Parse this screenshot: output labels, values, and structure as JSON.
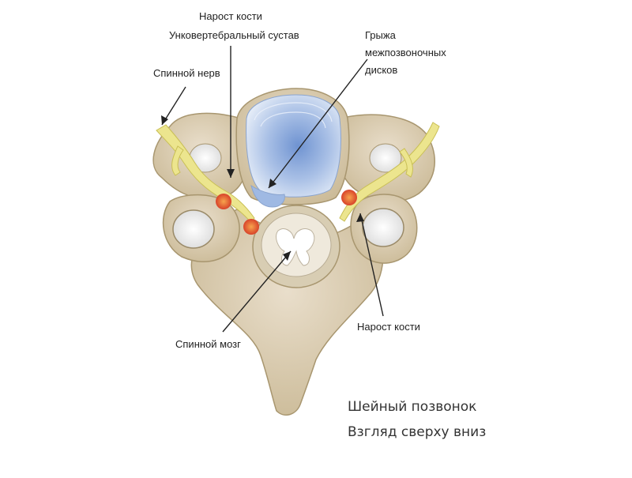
{
  "labels": {
    "bone_spur_top": "Нарост кости",
    "uncovertebral_joint": "Унковертебральный сустав",
    "spinal_nerve": "Спинной нерв",
    "hernia_line1": "Грыжа",
    "hernia_line2": "межпозвоночных",
    "hernia_line3": "дисков",
    "spinal_cord": "Спинной мозг",
    "bone_spur_right": "Нарост кости"
  },
  "caption": {
    "line1": "Шейный позвонок",
    "line2": "Взгляд сверху вниз"
  },
  "colors": {
    "bone": "#ddd0b4",
    "bone_shadow": "#b9a987",
    "disc": "#b9cde9",
    "disc_core": "#7f9fd6",
    "nerve": "#ece58e",
    "cord": "#ece6d8",
    "spur": "#e05a35"
  }
}
